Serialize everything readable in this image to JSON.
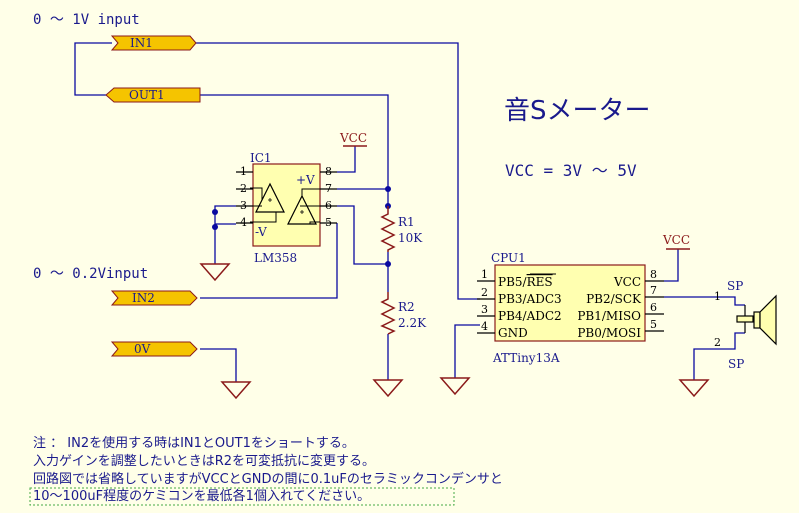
{
  "title": "音Sメーター",
  "supply_range": "VCC = 3V 〜 5V",
  "input_ranges": {
    "in1_range": "0 〜 1V input",
    "in2_range": "0 〜 0.2Vinput"
  },
  "ports": {
    "in1": "IN1",
    "out1": "OUT1",
    "in2": "IN2",
    "gnd_port": "0V"
  },
  "opamp": {
    "ref": "IC1",
    "part": "LM358",
    "pins": [
      "1",
      "2",
      "3",
      "4",
      "5",
      "6",
      "7",
      "8"
    ],
    "vplus": "+V",
    "vminus": "-V"
  },
  "vcc_labels": [
    "VCC",
    "VCC"
  ],
  "resistors": [
    {
      "ref": "R1",
      "value": "10K"
    },
    {
      "ref": "R2",
      "value": "2.2K"
    }
  ],
  "mcu": {
    "ref": "CPU1",
    "part": "ATTiny13A",
    "left_pins": [
      {
        "num": "1",
        "name_pre": "PB5/",
        "name_overline": "RES"
      },
      {
        "num": "2",
        "name_pre": "PB3/ADC3",
        "name_overline": ""
      },
      {
        "num": "3",
        "name_pre": "PB4/ADC2",
        "name_overline": ""
      },
      {
        "num": "4",
        "name_pre": "GND",
        "name_overline": ""
      }
    ],
    "right_pins": [
      {
        "num": "8",
        "name": "VCC"
      },
      {
        "num": "7",
        "name": "PB2/SCK"
      },
      {
        "num": "6",
        "name": "PB1/MISO"
      },
      {
        "num": "5",
        "name": "PB0/MOSI"
      }
    ]
  },
  "speaker": {
    "pin1": "1",
    "pin2": "2",
    "label_top": "SP",
    "label_bottom": "SP"
  },
  "notes": [
    "注 ： IN2を使用する時はIN1とOUT1をショートする。",
    "入力ゲインを調整したいときはR2を可変抵抗に変更する。",
    "回路図では省略していますがVCCとGNDの間に0.1uFのセラミックコンデンサと",
    "10〜100uF程度のケミコンを最低各1個入れてください。"
  ],
  "colors": {
    "background": "#ffffe8",
    "wire": "#0a0aa0",
    "port_fill": "#f5c400",
    "power": "#8b1a1a",
    "text": "#1a1a8c",
    "body_fill": "#ffffb0"
  }
}
